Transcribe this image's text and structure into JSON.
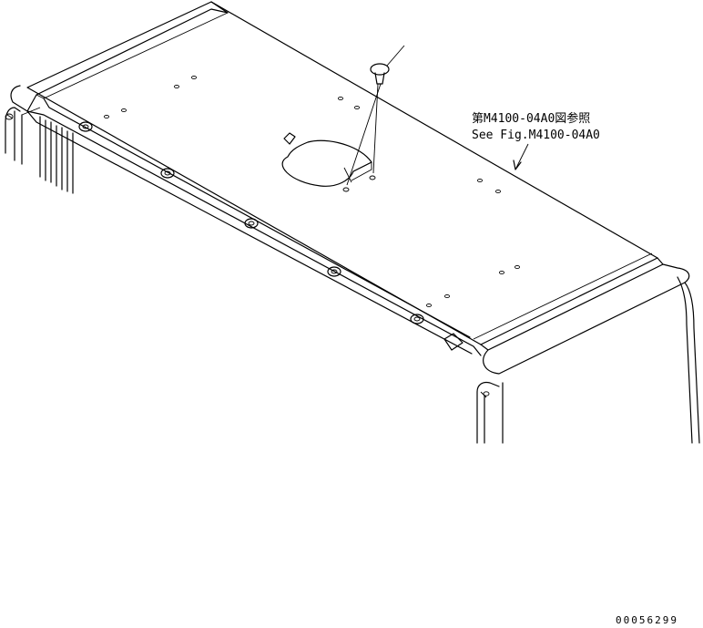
{
  "callout": {
    "line_jp": "第M4100-04A0図参照",
    "line_en": "See Fig.M4100-04A0"
  },
  "drawing_code": "00056299"
}
